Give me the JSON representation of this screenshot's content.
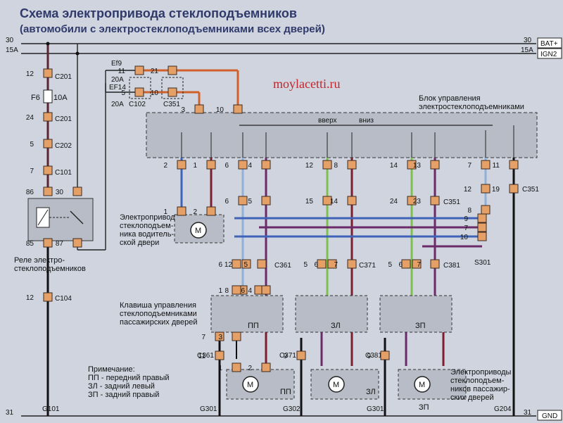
{
  "title": {
    "line1": "Схема электропривода стеклоподъемников",
    "line2": "(автомобили с электростеклоподъемниками всех дверей)"
  },
  "watermark": "moylacetti.ru",
  "rails": {
    "bat_left": "30",
    "bat_right": "30",
    "bat_tag": "BAT+",
    "ign_left": "15A",
    "ign_right": "15A",
    "ign_tag": "IGN2",
    "gnd_left": "31",
    "gnd_right": "31",
    "gnd_tag": "GND"
  },
  "fuses": {
    "f6": "F6",
    "f6_rating": "10A",
    "ef9": "Ef9",
    "ef9_rating": "20A",
    "ef14": "EF14",
    "ef14_rating": "20A"
  },
  "connectors": {
    "c201": "C201",
    "c201b": "C201",
    "c202": "C202",
    "c101": "C101",
    "c104": "C104",
    "c102": "C102",
    "c351": "C351",
    "c351b": "C351",
    "c351c": "C351",
    "c361": "C361",
    "c371": "C371",
    "c381": "C381",
    "s301": "S301",
    "c361b": "C361",
    "c371b": "C371",
    "c381b": "C381"
  },
  "labels": {
    "control_unit": "Блок управления\nэлектростеклоподъемниками",
    "up": "вверх",
    "down": "вниз",
    "relay": "Реле электро-\nстеклоподъемников",
    "driver_motor": "Электропривод\nстеклоподъем-\nника водитель-\nской двери",
    "pass_switch": "Клавиша управления\nстеклоподъемниками\nпассажирских дверей",
    "pass_motors": "Электроприводы\nстеклоподъем-\nников пассажир-\nских дверей",
    "note": "Примечание:\nПП - передний правый\nЗЛ - задний левый\nЗП - задний правый",
    "pp": "ПП",
    "zl": "ЗЛ",
    "zp": "ЗП",
    "vverh": "вверх",
    "vniz": "вниз"
  },
  "grounds": {
    "g101": "G101",
    "g301a": "G301",
    "g302": "G302",
    "g301b": "G301",
    "g204": "G204"
  },
  "pins": {
    "p12": "12",
    "p24": "24",
    "p5": "5",
    "p7": "7",
    "p86": "86",
    "p30": "30",
    "p85": "85",
    "p87": "87",
    "p12b": "12",
    "ef9_11": "11",
    "ef14_5": "5",
    "c351_21": "21",
    "c351_10": "10",
    "cu_3": "3",
    "cu_10": "10",
    "cu_2": "2",
    "cu_1": "1",
    "cu_6": "6",
    "cu_4": "4",
    "cu_12": "12",
    "cu_8": "8",
    "cu_14": "14",
    "cu_13": "13",
    "cu_7": "7",
    "cu_11": "11",
    "r2_6": "6",
    "r2_5": "5",
    "r2_15": "15",
    "r2_14": "14",
    "r2_24": "24",
    "r2_23": "23",
    "r2_12": "12",
    "r2_19": "19",
    "m_1": "1",
    "m_2": "2",
    "s_9": "9",
    "s_7": "7",
    "s_10": "10",
    "s_8": "8",
    "c361_6": "6",
    "c361_12": "12",
    "c361_5": "5",
    "c371_5": "5",
    "c371_6": "6",
    "c371_7": "7",
    "c381_5": "5",
    "c381_6": "6",
    "c381_7": "7",
    "sw_8": "8",
    "sw_1": "1",
    "sw_6": "6",
    "sw_4": "4",
    "swl_7": "7",
    "swl_3": "3",
    "swr_1": "1",
    "swr_2": "2",
    "gnd_11": "11",
    "gnd_9": "9",
    "gnd_9b": "9"
  }
}
